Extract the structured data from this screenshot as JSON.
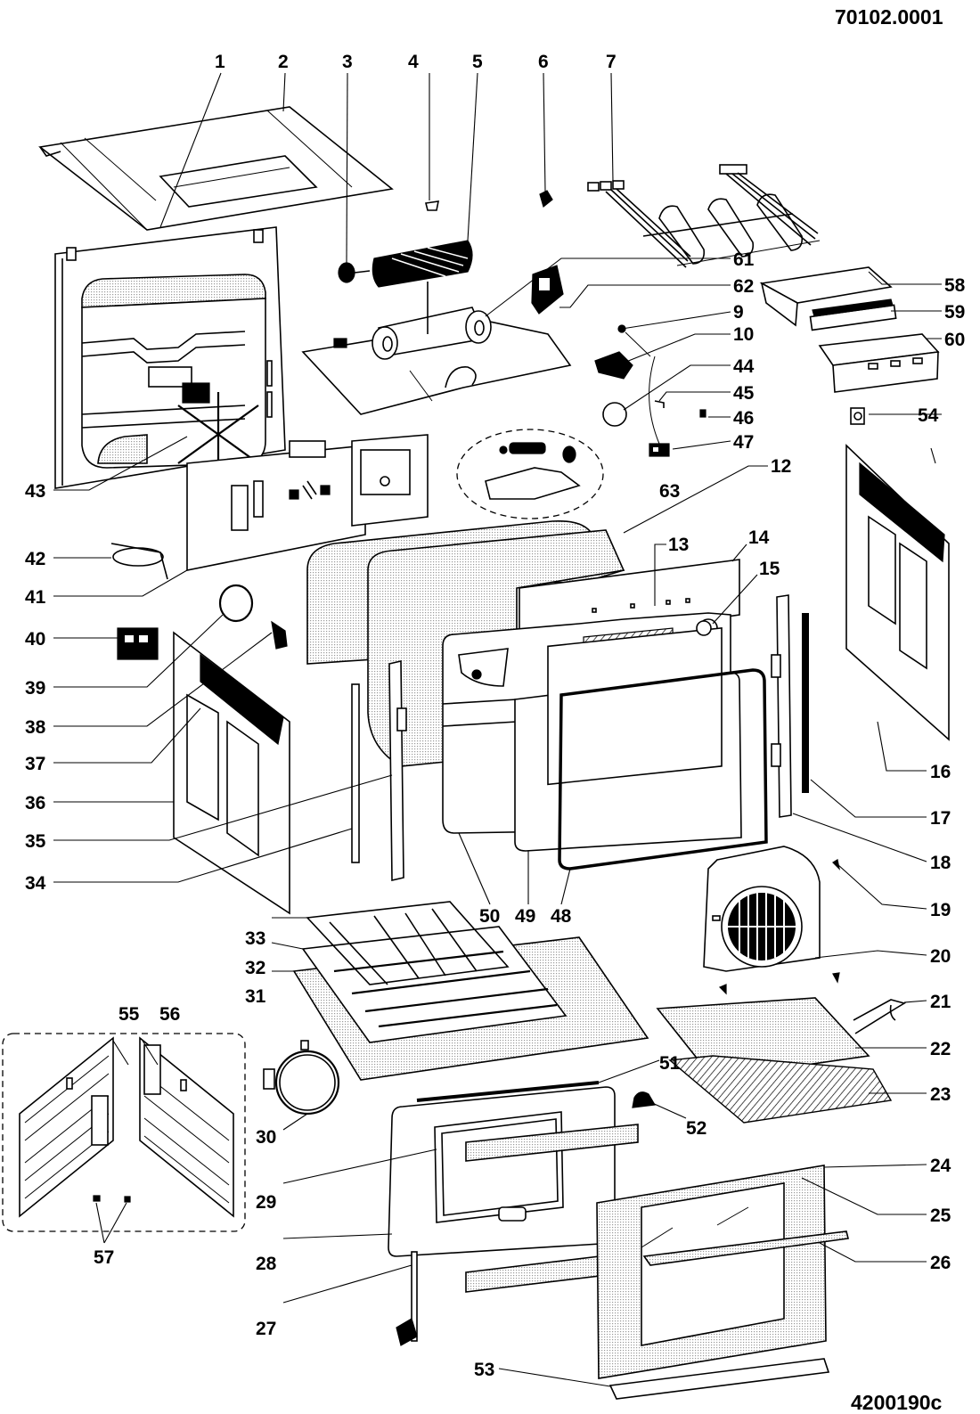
{
  "diagram": {
    "title": "Oven exploded parts diagram",
    "drawing_number_top": "70102.0001",
    "drawing_number_bottom": "4200190c",
    "callouts": [
      {
        "id": "1",
        "label": "1"
      },
      {
        "id": "2",
        "label": "2"
      },
      {
        "id": "3",
        "label": "3"
      },
      {
        "id": "4",
        "label": "4"
      },
      {
        "id": "5",
        "label": "5"
      },
      {
        "id": "6",
        "label": "6"
      },
      {
        "id": "7",
        "label": "7"
      },
      {
        "id": "9",
        "label": "9"
      },
      {
        "id": "10",
        "label": "10"
      },
      {
        "id": "12",
        "label": "12"
      },
      {
        "id": "13",
        "label": "13"
      },
      {
        "id": "14",
        "label": "14"
      },
      {
        "id": "15",
        "label": "15"
      },
      {
        "id": "16",
        "label": "16"
      },
      {
        "id": "17",
        "label": "17"
      },
      {
        "id": "18",
        "label": "18"
      },
      {
        "id": "19",
        "label": "19"
      },
      {
        "id": "20",
        "label": "20"
      },
      {
        "id": "21",
        "label": "21"
      },
      {
        "id": "22",
        "label": "22"
      },
      {
        "id": "23",
        "label": "23"
      },
      {
        "id": "24",
        "label": "24"
      },
      {
        "id": "25",
        "label": "25"
      },
      {
        "id": "26",
        "label": "26"
      },
      {
        "id": "27",
        "label": "27"
      },
      {
        "id": "28",
        "label": "28"
      },
      {
        "id": "29",
        "label": "29"
      },
      {
        "id": "30",
        "label": "30"
      },
      {
        "id": "31",
        "label": "31"
      },
      {
        "id": "32",
        "label": "32"
      },
      {
        "id": "33",
        "label": "33"
      },
      {
        "id": "34",
        "label": "34"
      },
      {
        "id": "35",
        "label": "35"
      },
      {
        "id": "36",
        "label": "36"
      },
      {
        "id": "37",
        "label": "37"
      },
      {
        "id": "38",
        "label": "38"
      },
      {
        "id": "39",
        "label": "39"
      },
      {
        "id": "40",
        "label": "40"
      },
      {
        "id": "41",
        "label": "41"
      },
      {
        "id": "42",
        "label": "42"
      },
      {
        "id": "43",
        "label": "43"
      },
      {
        "id": "44",
        "label": "44"
      },
      {
        "id": "45",
        "label": "45"
      },
      {
        "id": "46",
        "label": "46"
      },
      {
        "id": "47",
        "label": "47"
      },
      {
        "id": "48",
        "label": "48"
      },
      {
        "id": "49",
        "label": "49"
      },
      {
        "id": "50",
        "label": "50"
      },
      {
        "id": "51",
        "label": "51"
      },
      {
        "id": "52",
        "label": "52"
      },
      {
        "id": "53",
        "label": "53"
      },
      {
        "id": "54",
        "label": "54"
      },
      {
        "id": "55",
        "label": "55"
      },
      {
        "id": "56",
        "label": "56"
      },
      {
        "id": "57",
        "label": "57"
      },
      {
        "id": "58",
        "label": "58"
      },
      {
        "id": "59",
        "label": "59"
      },
      {
        "id": "60",
        "label": "60"
      },
      {
        "id": "61",
        "label": "61"
      },
      {
        "id": "62",
        "label": "62"
      },
      {
        "id": "63",
        "label": "63"
      }
    ]
  },
  "labels": {
    "c1": "1",
    "c2": "2",
    "c3": "3",
    "c4": "4",
    "c5": "5",
    "c6": "6",
    "c7": "7",
    "c9": "9",
    "c10": "10",
    "c12": "12",
    "c13": "13",
    "c14": "14",
    "c15": "15",
    "c16": "16",
    "c17": "17",
    "c18": "18",
    "c19": "19",
    "c20": "20",
    "c21": "21",
    "c22": "22",
    "c23": "23",
    "c24": "24",
    "c25": "25",
    "c26": "26",
    "c27": "27",
    "c28": "28",
    "c29": "29",
    "c30": "30",
    "c31": "31",
    "c32": "32",
    "c33": "33",
    "c34": "34",
    "c35": "35",
    "c36": "36",
    "c37": "37",
    "c38": "38",
    "c39": "39",
    "c40": "40",
    "c41": "41",
    "c42": "42",
    "c43": "43",
    "c44": "44",
    "c45": "45",
    "c46": "46",
    "c47": "47",
    "c48": "48",
    "c49": "49",
    "c50": "50",
    "c51": "51",
    "c52": "52",
    "c53": "53",
    "c54": "54",
    "c55": "55",
    "c56": "56",
    "c57": "57",
    "c58": "58",
    "c59": "59",
    "c60": "60",
    "c61": "61",
    "c62": "62",
    "c63": "63"
  }
}
